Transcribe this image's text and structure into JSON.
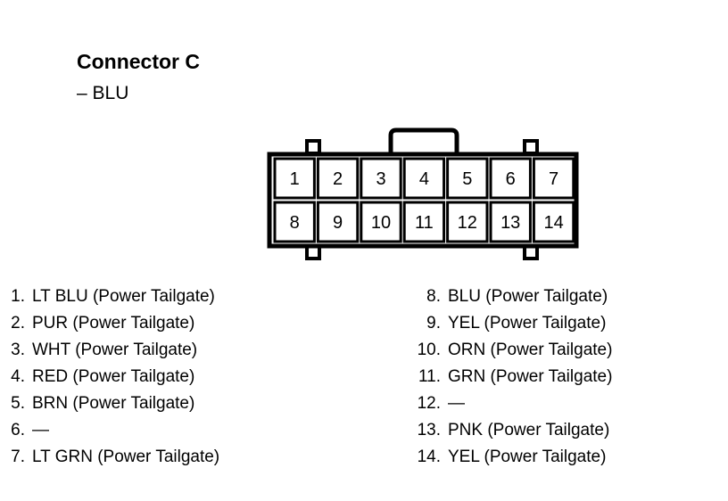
{
  "connector": {
    "title": "Connector C",
    "color_note": "– BLU"
  },
  "pin_labels": {
    "top_row": [
      "1",
      "2",
      "3",
      "4",
      "5",
      "6",
      "7"
    ],
    "bottom_row": [
      "8",
      "9",
      "10",
      "11",
      "12",
      "13",
      "14"
    ]
  },
  "pins_left": [
    {
      "num": "1.",
      "desc": "LT BLU (Power Tailgate)"
    },
    {
      "num": "2.",
      "desc": "PUR (Power Tailgate)"
    },
    {
      "num": "3.",
      "desc": "WHT (Power Tailgate)"
    },
    {
      "num": "4.",
      "desc": "RED (Power Tailgate)"
    },
    {
      "num": "5.",
      "desc": "BRN (Power Tailgate)"
    },
    {
      "num": "6.",
      "desc": "—"
    },
    {
      "num": "7.",
      "desc": "LT GRN (Power Tailgate)"
    }
  ],
  "pins_right": [
    {
      "num": "8.",
      "desc": "BLU (Power Tailgate)"
    },
    {
      "num": "9.",
      "desc": "YEL (Power Tailgate)"
    },
    {
      "num": "10.",
      "desc": "ORN (Power Tailgate)"
    },
    {
      "num": "11.",
      "desc": "GRN (Power Tailgate)"
    },
    {
      "num": "12.",
      "desc": "—"
    },
    {
      "num": "13.",
      "desc": "PNK (Power Tailgate)"
    },
    {
      "num": "14.",
      "desc": "YEL (Power Tailgate)"
    }
  ]
}
